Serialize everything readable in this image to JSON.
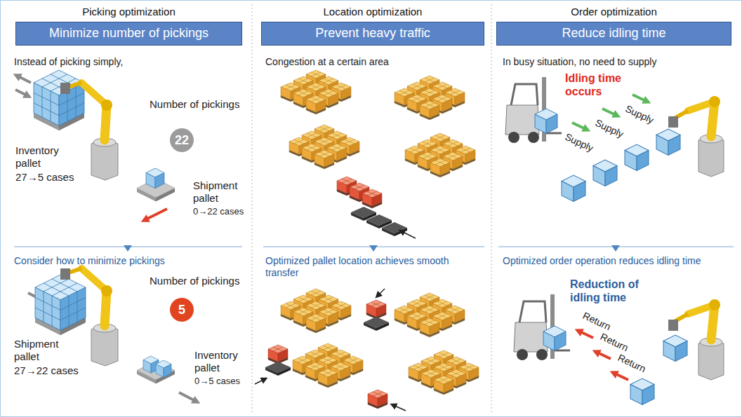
{
  "diagram": {
    "nodes": [
      {
        "text": [
          "Picking optimization",
          "Minimize number of pickings"
        ]
      },
      {
        "text": [
          "Location optimization",
          "Prevent heavy traffic"
        ]
      },
      {
        "text": [
          "Order optimization",
          "Reduce idling time"
        ]
      },
      {
        "text": [
          "22"
        ]
      },
      {
        "text": [
          "5"
        ]
      }
    ],
    "labels": [
      "Instead of picking simply,",
      "Number of pickings",
      "Inventory pallet",
      "27→5 cases",
      "Shipment pallet",
      "0→22 cases",
      "Consider how to minimize pickings",
      "Number of pickings",
      "Shipment pallet",
      "27→22 cases",
      "Inventory pallet",
      "0→5 cases",
      "Congestion at a certain area",
      "Optimized pallet location achieves smooth transfer",
      "In busy situation, no need to supply",
      "Idling time occurs",
      "Supply",
      "Supply",
      "Supply",
      "Optimized order operation reduces idling time",
      "Reduction of idling time",
      "Return",
      "Return",
      "Return"
    ]
  }
}
